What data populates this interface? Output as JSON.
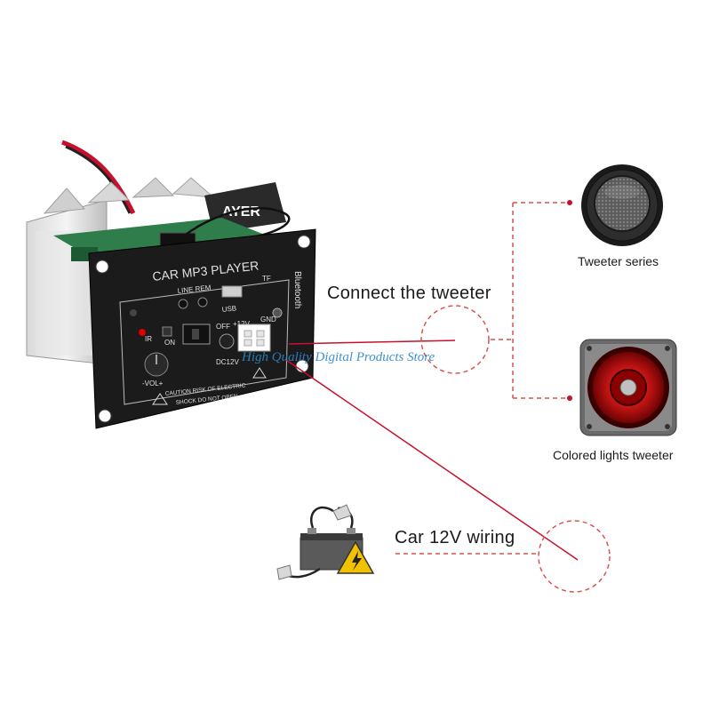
{
  "labels": {
    "connect_tweeter": "Connect the tweeter",
    "tweeter_series": "Tweeter series",
    "colored_lights_tweeter": "Colored lights tweeter",
    "car_wiring": "Car 12V wiring"
  },
  "watermark": "High Quality Digital Products Store",
  "board": {
    "top_sign": "AYER",
    "model": "CAR MP3 PLAYER",
    "bluetooth": "Bluetooth",
    "line_rem": "LINE REM",
    "usb": "USB",
    "tf": "TF",
    "ir": "IR",
    "on": "ON",
    "off": "OFF",
    "plus12v": "+12V",
    "gnd": "GND",
    "dc12v": "DC12V",
    "vol": "-VOL+",
    "caution_line1": "CAUTION RISK OF ELECTRIC",
    "caution_line2": "SHOCK DO NOT OPEN"
  },
  "colors": {
    "accent_red": "#c8102e",
    "dashed_red": "#d9534f",
    "watermark_blue": "#2b86c9",
    "panel_black": "#1b1b1b"
  }
}
